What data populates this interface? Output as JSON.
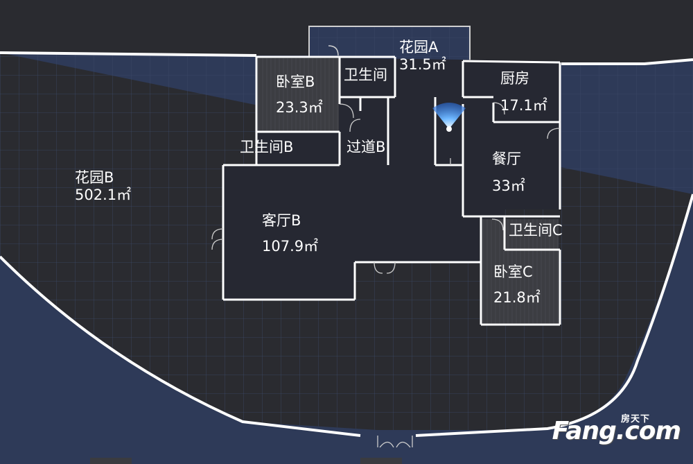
{
  "rooms": {
    "garden_a": {
      "name": "花园A",
      "area": "31.5",
      "unit": "㎡"
    },
    "garden_b": {
      "name": "花园B",
      "area": "502.1",
      "unit": "㎡"
    },
    "bedroom_b": {
      "name": "卧室B",
      "area": "23.3",
      "unit": "㎡"
    },
    "bathroom_top": {
      "name": "卫生间"
    },
    "bathroom_b": {
      "name": "卫生间B"
    },
    "corridor_b": {
      "name": "过道B"
    },
    "kitchen": {
      "name": "厨房",
      "area": "17.1",
      "unit": "㎡"
    },
    "dining": {
      "name": "餐厅",
      "area": "33",
      "unit": "㎡"
    },
    "living_b": {
      "name": "客厅B",
      "area": "107.9",
      "unit": "㎡"
    },
    "bathroom_c": {
      "name": "卫生间C"
    },
    "bedroom_c": {
      "name": "卧室C",
      "area": "21.8",
      "unit": "㎡"
    }
  },
  "watermark": {
    "top": "房天下",
    "main": "Fang.com"
  },
  "colors": {
    "background": "#2a2b30",
    "garden_fill": "#2e3a58",
    "garden_grid": "#3c4868",
    "room_fill": "#262832",
    "bedroom_fill": "#3a3b40",
    "wall": "#ffffff",
    "view_cone": "#5aa8ff"
  }
}
